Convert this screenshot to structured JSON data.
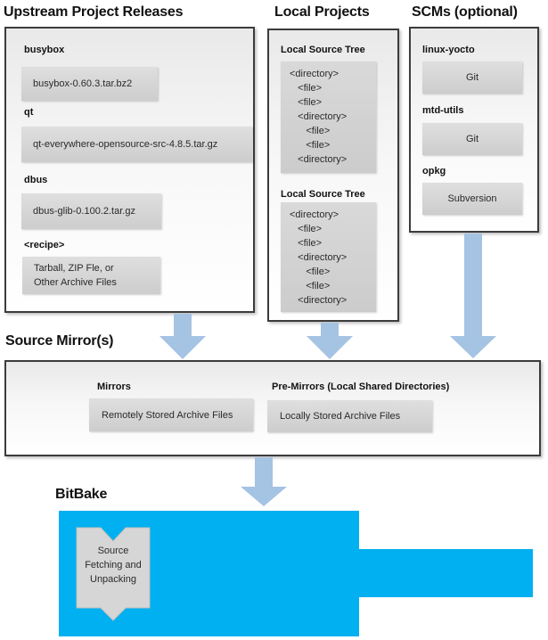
{
  "colors": {
    "bitbake_cyan": "#00b0f0",
    "arrow_blue": "#a5c3e3",
    "panel_border": "#3c3c3c",
    "box_gray": "#d4d4d4"
  },
  "upstream": {
    "title": "Upstream Project Releases",
    "items": [
      {
        "label": "busybox",
        "file": "busybox-0.60.3.tar.bz2"
      },
      {
        "label": "qt",
        "file": "qt-everywhere-opensource-src-4.8.5.tar.gz"
      },
      {
        "label": "dbus",
        "file": "dbus-glib-0.100.2.tar.gz"
      },
      {
        "label": "<recipe>",
        "file": "Tarball, ZIP Fle, or\nOther Archive Files"
      }
    ]
  },
  "local_projects": {
    "title": "Local Projects",
    "trees": [
      {
        "label": "Local Source Tree",
        "content": "<directory>\n   <file>\n   <file>\n   <directory>\n      <file>\n      <file>\n   <directory>"
      },
      {
        "label": "Local Source Tree",
        "content": "<directory>\n   <file>\n   <file>\n   <directory>\n      <file>\n      <file>\n   <directory>"
      }
    ]
  },
  "scms": {
    "title": "SCMs (optional)",
    "items": [
      {
        "label": "linux-yocto",
        "scm": "Git"
      },
      {
        "label": "mtd-utils",
        "scm": "Git"
      },
      {
        "label": "opkg",
        "scm": "Subversion"
      }
    ]
  },
  "source_mirror": {
    "title": "Source Mirror(s)",
    "mirrors_label": "Mirrors",
    "mirrors_box": "Remotely Stored Archive Files",
    "premirrors_label": "Pre-Mirrors (Local Shared Directories)",
    "premirrors_box": "Locally Stored Archive Files"
  },
  "bitbake": {
    "title": "BitBake",
    "process": "Source\nFetching and\nUnpacking"
  }
}
